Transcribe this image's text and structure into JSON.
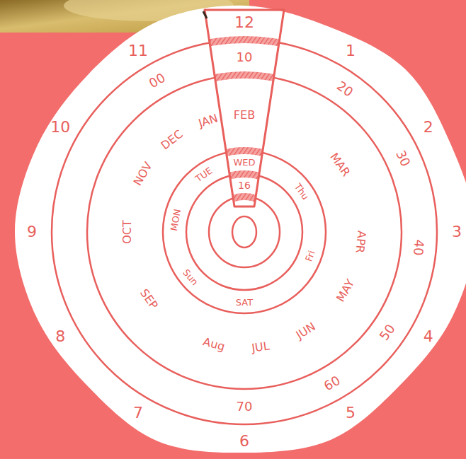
{
  "diagram": {
    "labels": [
      "12",
      "1",
      "2",
      "3",
      "4",
      "5",
      "6",
      "7",
      "8",
      "9",
      "10",
      "11",
      "10",
      "20",
      "30",
      "40",
      "50",
      "60",
      "70",
      "00",
      "JAN",
      "FEB",
      "MAR",
      "APR",
      "MAY",
      "JUN",
      "JUL",
      "Aug",
      "SEP",
      "OCT",
      "NOV",
      "DEC",
      "MON",
      "TUE",
      "WED",
      "Thu",
      "Fri",
      "SAT",
      "Sun",
      "16"
    ]
  }
}
